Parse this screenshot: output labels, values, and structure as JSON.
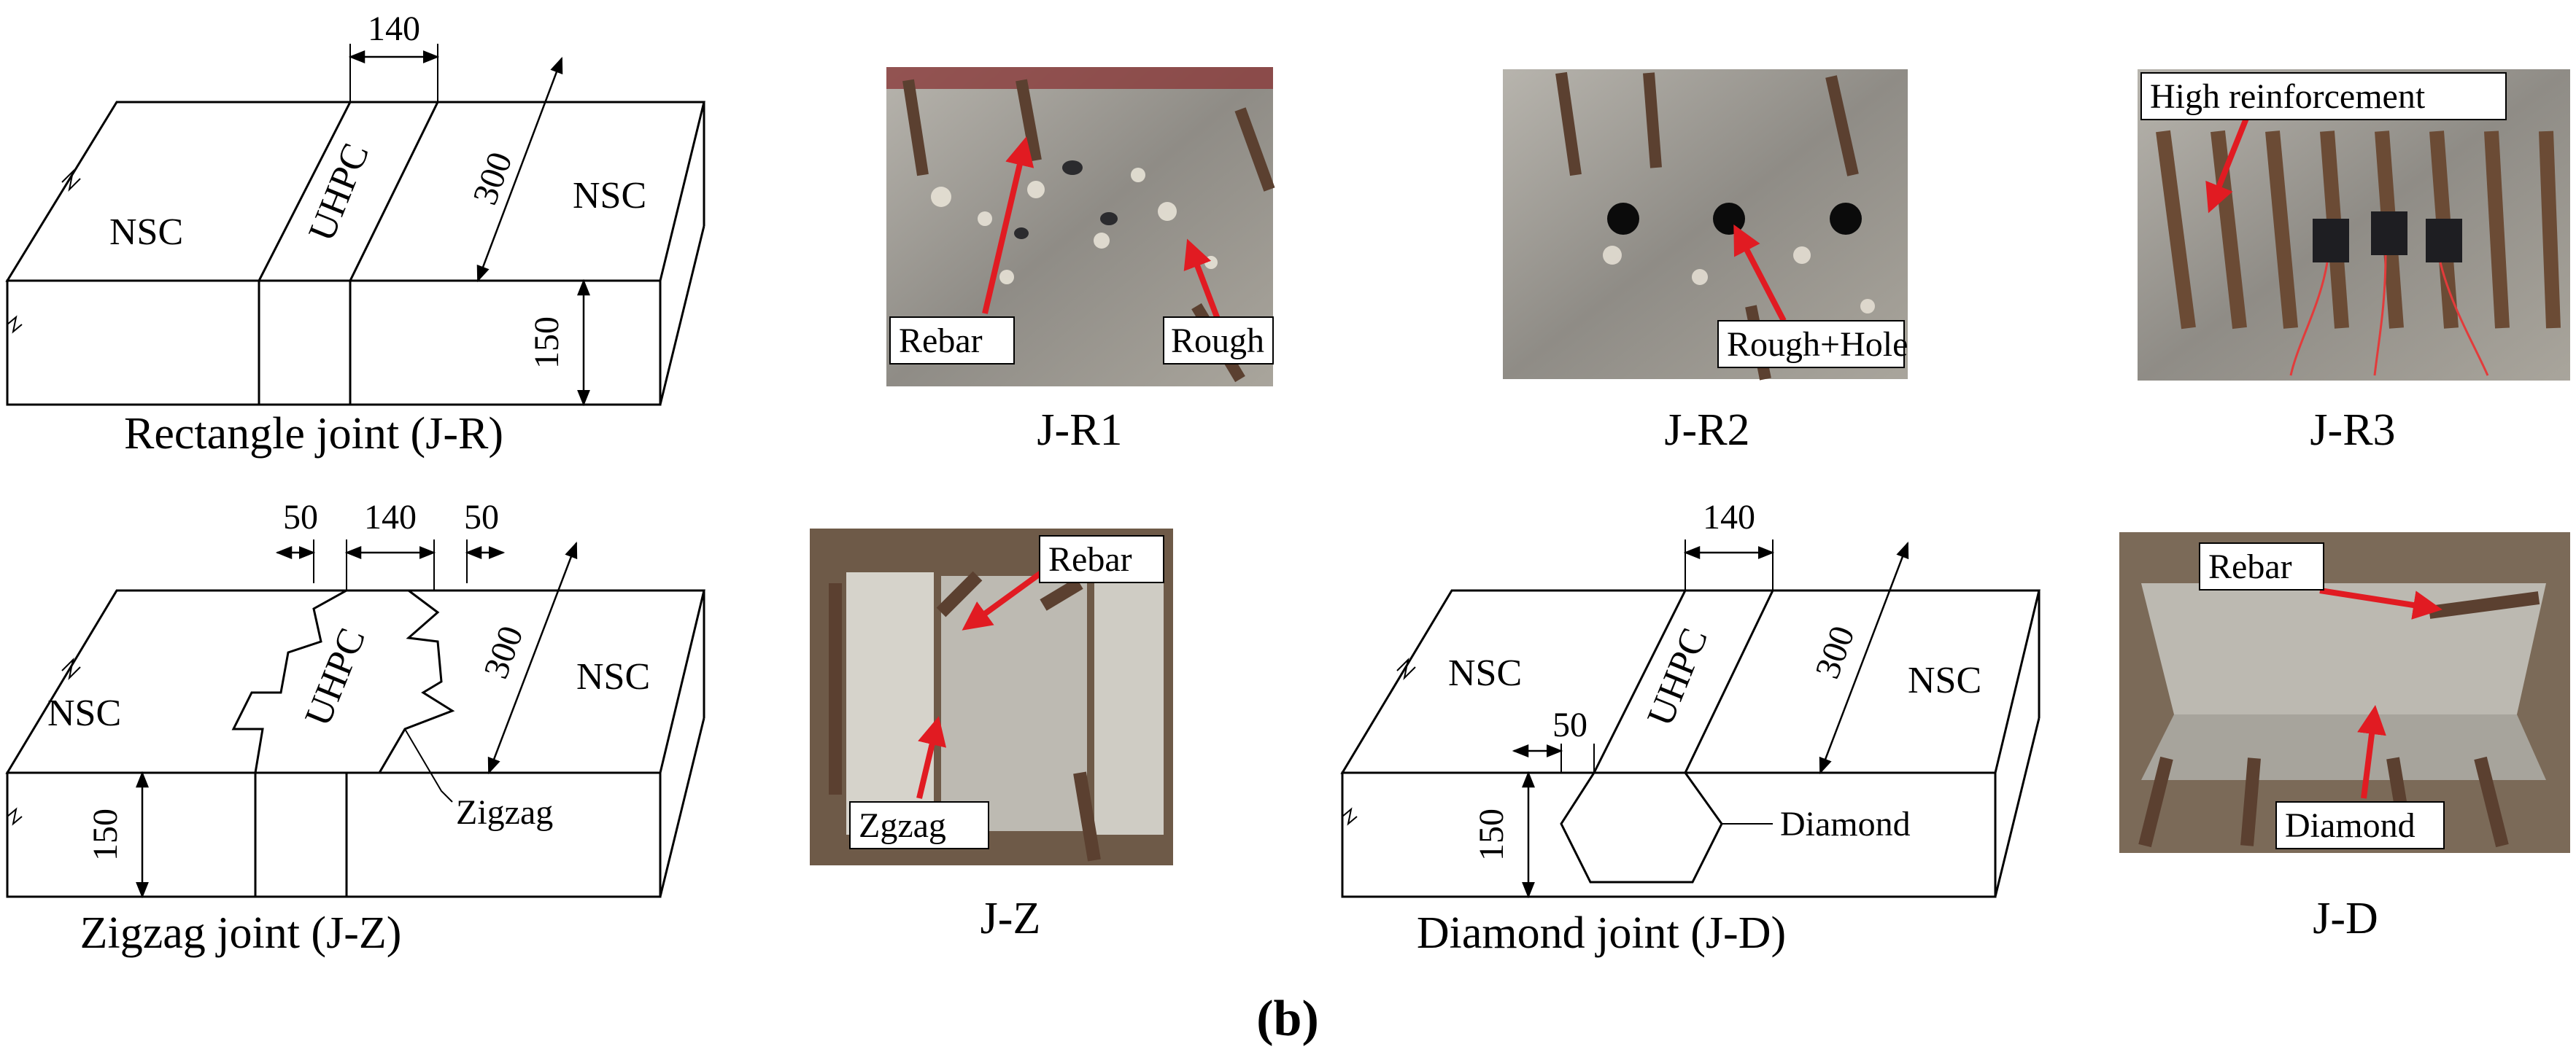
{
  "panel_label": "(b)",
  "materials": {
    "normal": "NSC",
    "joint": "UHPC"
  },
  "dimensions": {
    "width": "140",
    "length": "300",
    "depth": "150",
    "offset": "50"
  },
  "drawings": {
    "rect": {
      "caption": "Rectangle joint (J-R)"
    },
    "zigzag": {
      "caption": "Zigzag joint (J-Z)",
      "callout": "Zigzag"
    },
    "diamond": {
      "caption": "Diamond joint (J-D)",
      "callout": "Diamond"
    }
  },
  "photos": {
    "jr1": {
      "caption": "J-R1",
      "labels": [
        "Rebar",
        "Rough"
      ]
    },
    "jr2": {
      "caption": "J-R2",
      "labels": [
        "Rough+Hole"
      ]
    },
    "jr3": {
      "caption": "J-R3",
      "labels": [
        "High reinforcement"
      ]
    },
    "jz": {
      "caption": "J-Z",
      "labels": [
        "Rebar",
        "Zgzag"
      ]
    },
    "jd": {
      "caption": "J-D",
      "labels": [
        "Rebar",
        "Diamond"
      ]
    }
  },
  "colors": {
    "arrow_red": "#e11b22",
    "concrete": "#a8a6a0"
  }
}
